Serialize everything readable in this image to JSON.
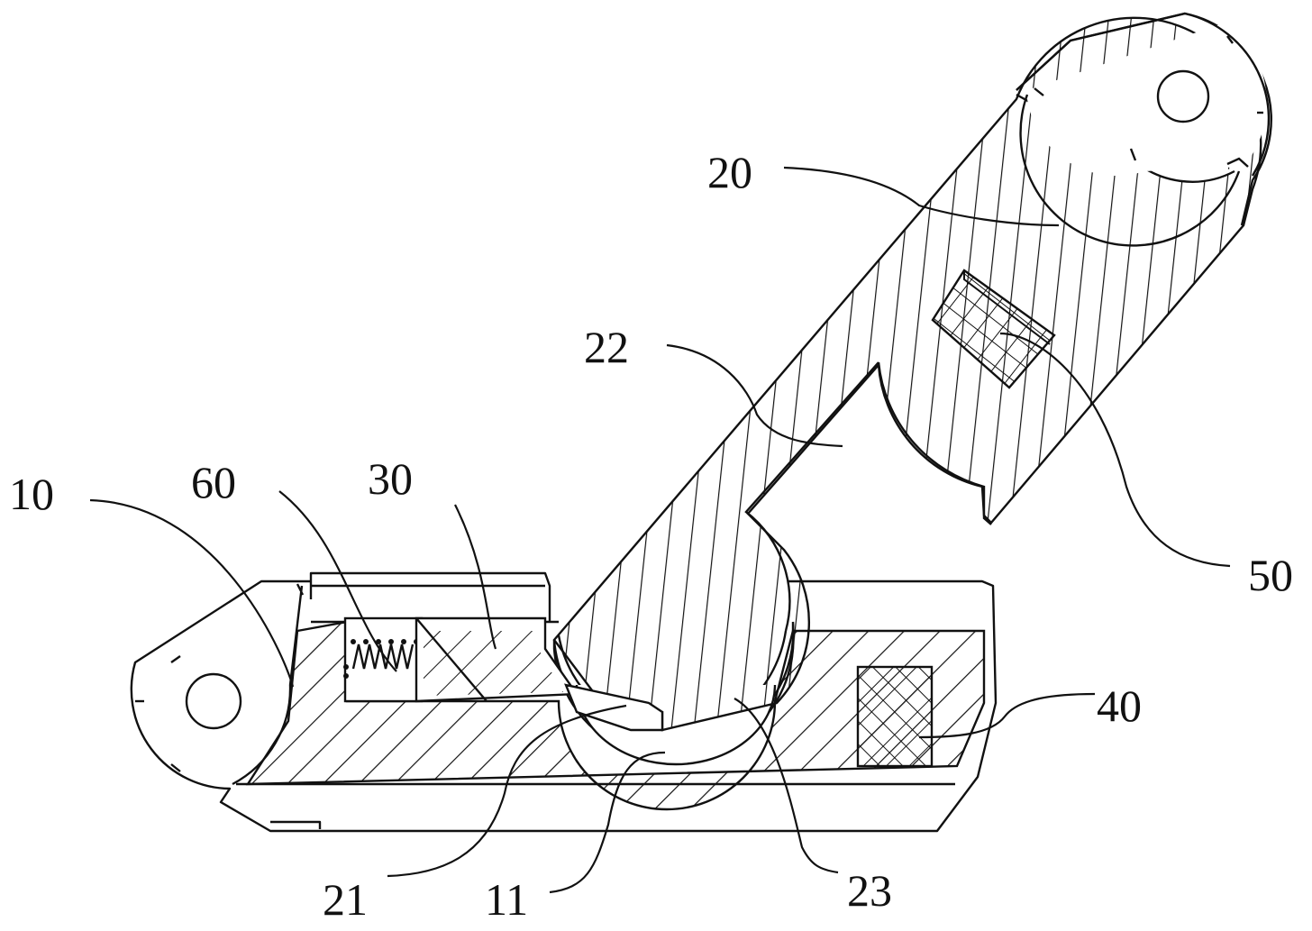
{
  "figure": {
    "colors": {
      "stroke": "#111111",
      "background": "#ffffff"
    },
    "labels": {
      "l10": "10",
      "l11": "11",
      "l20": "20",
      "l21": "21",
      "l22": "22",
      "l23": "23",
      "l30": "30",
      "l40": "40",
      "l50": "50",
      "l60": "60"
    }
  }
}
